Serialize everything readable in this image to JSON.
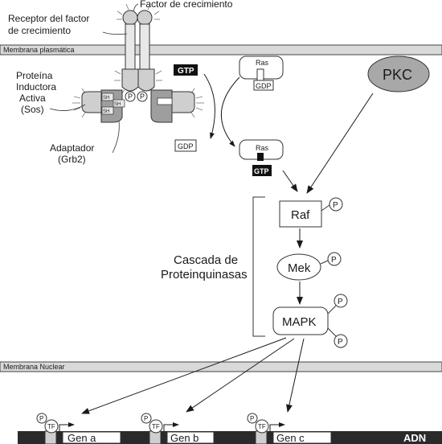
{
  "labels": {
    "growth_factor": "Factor de crecimiento",
    "receptor_line1": "Receptor del factor",
    "receptor_line2": "de crecimiento",
    "plasma_membrane": "Membrana plasmática",
    "sos_line1": "Proteína",
    "sos_line2": "Inductora",
    "sos_line3": "Activa",
    "sos_line4": "(Sos)",
    "adaptor_line1": "Adaptador",
    "adaptor_line2": "(Grb2)",
    "gtp": "GTP",
    "gdp": "GDP",
    "ras": "Ras",
    "pkc": "PKC",
    "raf": "Raf",
    "mek": "Mek",
    "mapk": "MAPK",
    "p": "P",
    "sh": "SH",
    "cascade_line1": "Cascada de",
    "cascade_line2": "Proteinquinasas",
    "nuclear_membrane": "Membrana Nuclear",
    "tf": "TF",
    "gene_a": "Gen a",
    "gene_b": "Gen b",
    "gene_c": "Gen c",
    "dna": "ADN"
  },
  "colors": {
    "membrane": "#d9d9d9",
    "protein_light": "#cfcfcf",
    "protein_dark": "#9e9e9e",
    "pkc_fill": "#a8a8a8",
    "dna_strip": "#2a2a2a",
    "ink": "#1a1a1a"
  }
}
